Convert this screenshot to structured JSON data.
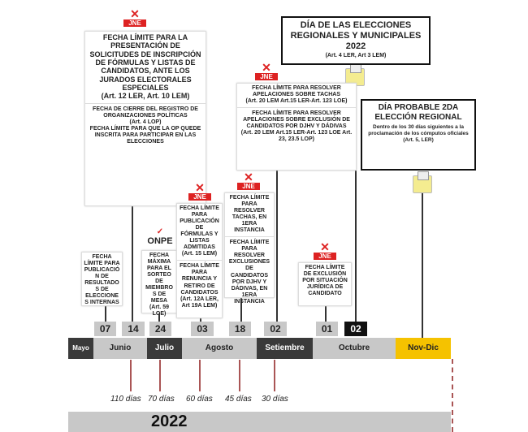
{
  "logos": {
    "jne": "JNE",
    "onpe": "ONPE"
  },
  "headers": {
    "election_day": {
      "title": "DÍA DE LAS ELECCIONES REGIONALES Y MUNICIPALES 2022",
      "ref": "(Art. 4 LER, Art 3 LEM)"
    },
    "second_round": {
      "title": "DÍA PROBABLE 2DA ELECCIÓN REGIONAL",
      "desc": "Dentro de los 30 días siguientes a la proclamación de los cómputos oficiales",
      "ref": "(Art. 5, LER)"
    }
  },
  "boxes": {
    "b14a": "FECHA LÍMITE PARA LA PRESENTACIÓN DE SOLICITUDES DE INSCRIPCIÓN DE FÓRMULAS Y LISTAS DE CANDIDATOS, ANTE LOS JURADOS ELECTORALES ESPECIALES",
    "b14a_ref": "(Art. 12 LER, Art. 10 LEM)",
    "b14b": "FECHA DE CIERRE DEL REGISTRO DE ORGANIZACIONES POLÍTICAS",
    "b14b_ref": "(Art. 4 LOP)",
    "b14c": "FECHA LÍMITE PARA QUE LA OP QUEDE INSCRITA PARA PARTICIPAR EN LAS ELECCIONES",
    "b07": "FECHA LÍMITE PARA PUBLICACIÓN DE RESULTADOS DE ELECCIONES INTERNAS",
    "b24": "FECHA MÁXIMA PARA EL SORTEO DE MIEMBROS DE MESA",
    "b24_ref": "(Art. 59 LOE)",
    "b03a": "FECHA LÍMITE PARA PUBLICACIÓN DE FÓRMULAS Y LISTAS ADMITIDAS",
    "b03a_ref": "(Art. 15 LEM)",
    "b03b": "FECHA LÍMITE PARA RENUNCIA Y RETIRO DE CANDIDATOS",
    "b03b_ref": "(Art. 12A LER, Art 19A LEM)",
    "b18a": "FECHA LÍMITE PARA RESOLVER TACHAS, EN 1ERA INSTANCIA",
    "b18b": "FECHA LÍMITE PARA RESOLVER EXCLUSIONES DE CANDIDATOS POR DJHV Y DÁDIVAS, EN 1ERA INSTANCIA",
    "b02a": "FECHA LÍMITE PARA RESOLVER APELACIONES SOBRE TACHAS",
    "b02a_ref": "(Art. 20 LEM Art.15 LER-Art. 123 LOE)",
    "b02b": "FECHA LÍMITE PARA RESOLVER APELACIONES SOBRE EXCLUSIÓN DE CANDIDATOS POR DJHV Y DÁDIVAS",
    "b02b_ref": "(Art. 20 LEM Art.15 LER-Art. 123 LOE Art. 23, 23.5 LOP)",
    "b01": "FECHA LÍMITE DE EXCLUSIÓN POR SITUACIÓN JURÍDICA DE CANDIDATO"
  },
  "dates": [
    "07",
    "14",
    "24",
    "03",
    "18",
    "02",
    "01",
    "02"
  ],
  "months": [
    "Mayo",
    "Junio",
    "Julio",
    "Agosto",
    "Setiembre",
    "Octubre",
    "Nov-Dic"
  ],
  "days": [
    "110 días",
    "70 días",
    "60 días",
    "45 días",
    "30 días"
  ],
  "year": "2022"
}
